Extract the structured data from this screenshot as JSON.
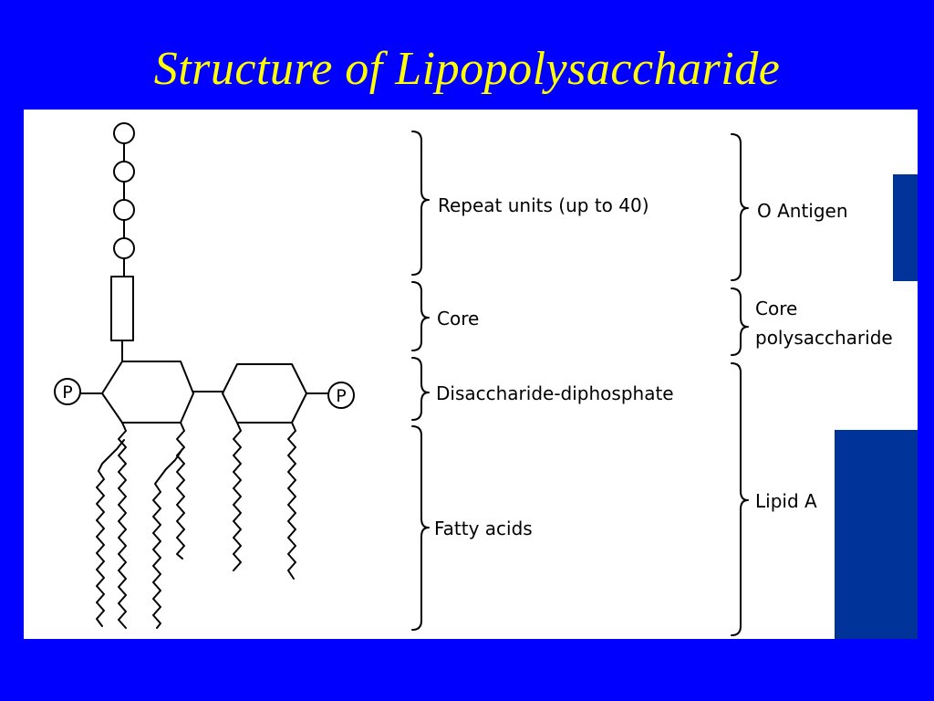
{
  "slide": {
    "title": "Structure of  Lipopolysaccharide"
  },
  "diagram": {
    "phosphate_symbol": "P",
    "regions": [
      {
        "label": "Repeat units (up to 40)"
      },
      {
        "label": "Core"
      },
      {
        "label": "Disaccharide-diphosphate"
      },
      {
        "label": "Fatty acids"
      }
    ],
    "components": [
      {
        "label": "O Antigen"
      },
      {
        "label": "Core polysaccharide",
        "lines": [
          "Core",
          "polysaccharide"
        ]
      },
      {
        "label": "Lipid A"
      }
    ]
  },
  "colors": {
    "background": "#0000ff",
    "title": "#ffff00",
    "panel": "#ffffff",
    "accent_block": "#003399",
    "ink": "#000000"
  }
}
